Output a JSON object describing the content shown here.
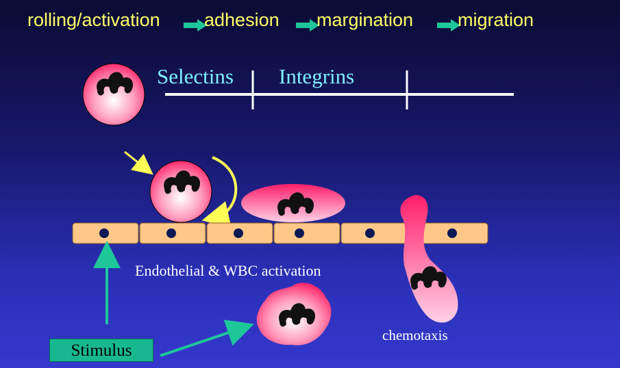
{
  "header": {
    "stages": [
      {
        "label": "rolling/activation"
      },
      {
        "label": "adhesion"
      },
      {
        "label": "margination"
      },
      {
        "label": "migration"
      }
    ]
  },
  "phases": {
    "selectins": "Selectins",
    "integrins": "Integrins"
  },
  "labels": {
    "activation": "Endothelial & WBC activation",
    "chemotaxis": "chemotaxis",
    "stimulus": "Stimulus"
  },
  "colors": {
    "stage_text": "#ffff66",
    "phase_text": "#7ff0ff",
    "arrow": "#1ec79a",
    "endothelium": "#ffc888",
    "nucleus": "#0b1a55",
    "leukocyte": "#ff4d8a"
  },
  "icons": [
    "arrow-right-icon",
    "leukocyte-icon",
    "nucleus-icon",
    "curved-arrow-icon"
  ]
}
